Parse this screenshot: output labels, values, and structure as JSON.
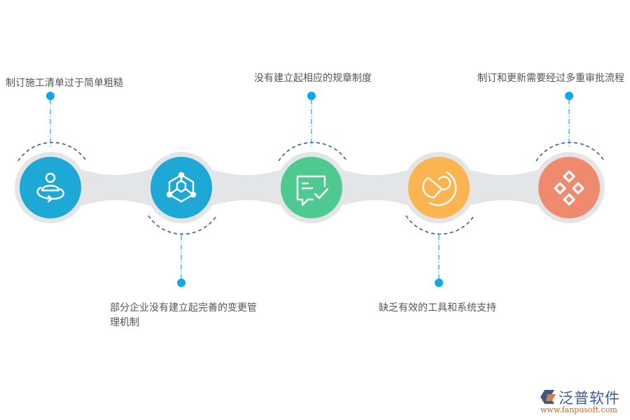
{
  "diagram": {
    "type": "horizontal-process-timeline",
    "connector_color": "#e4e5e6",
    "dash_color": "#3a5a9c",
    "pin_color": "#0fa7ec",
    "steps": [
      {
        "index": 1,
        "label": "制订施工清单过于简单粗糙",
        "icon": "person-rotate-icon",
        "color": "#1ea8d6",
        "label_position": "top"
      },
      {
        "index": 2,
        "label": "部分企业没有建立起完善的变更管理机制",
        "icon": "cube-network-icon",
        "color": "#1ea8d6",
        "label_position": "bottom"
      },
      {
        "index": 3,
        "label": "没有建立起相应的规章制度",
        "icon": "message-check-icon",
        "color": "#4ec98f",
        "label_position": "top"
      },
      {
        "index": 4,
        "label": "缺乏有效的工具和系统支持",
        "icon": "pie-arc-icon",
        "color": "#fbb44f",
        "label_position": "bottom"
      },
      {
        "index": 5,
        "label": "制订和更新需要经过多重审批流程",
        "icon": "four-diamonds-icon",
        "color": "#f08a6f",
        "label_position": "top"
      }
    ]
  },
  "logo": {
    "brand": "泛普软件",
    "url": "www.fanpusoft.com"
  }
}
